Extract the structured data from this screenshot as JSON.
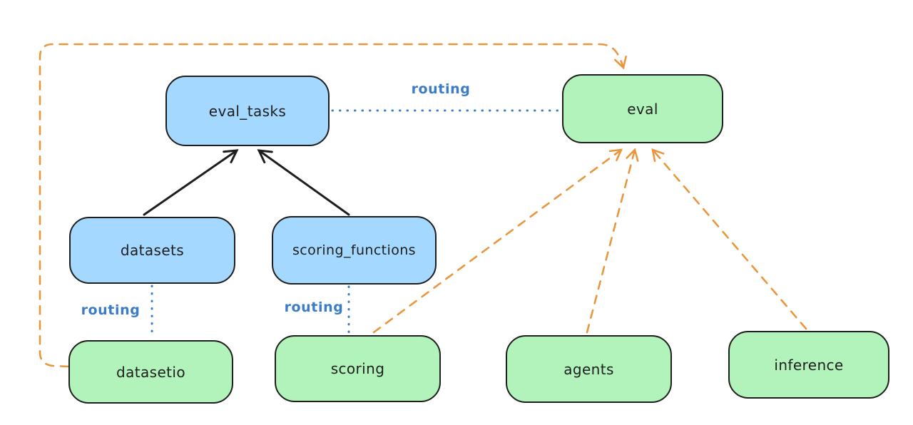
{
  "diagram": {
    "description": "Architecture diagram linking resource registries to APIs via routing",
    "colors": {
      "node_blue_fill": "#a5d8ff",
      "node_green_fill": "#b2f2bb",
      "node_stroke": "#1e1e1e",
      "solid_arrow": "#1e1e1e",
      "dashed_arrow_orange": "#e8973f",
      "routing_blue": "#3b7cc9",
      "background": "#ffffff"
    },
    "nodes": [
      {
        "id": "eval_tasks",
        "label": "eval_tasks",
        "color": "blue"
      },
      {
        "id": "eval",
        "label": "eval",
        "color": "green"
      },
      {
        "id": "datasets",
        "label": "datasets",
        "color": "blue"
      },
      {
        "id": "scoring_functions",
        "label": "scoring_functions",
        "color": "blue"
      },
      {
        "id": "datasetio",
        "label": "datasetio",
        "color": "green"
      },
      {
        "id": "scoring",
        "label": "scoring",
        "color": "green"
      },
      {
        "id": "agents",
        "label": "agents",
        "color": "green"
      },
      {
        "id": "inference",
        "label": "inference",
        "color": "green"
      }
    ],
    "edge_labels": [
      {
        "text": "routing"
      },
      {
        "text": "routing"
      },
      {
        "text": "routing"
      }
    ],
    "edges": [
      {
        "from": "datasets",
        "to": "eval_tasks",
        "style": "solid-black-arrow"
      },
      {
        "from": "scoring_functions",
        "to": "eval_tasks",
        "style": "solid-black-arrow"
      },
      {
        "from": "eval_tasks",
        "to": "eval",
        "style": "dotted-blue",
        "label": "routing"
      },
      {
        "from": "datasets",
        "to": "datasetio",
        "style": "dotted-blue",
        "label": "routing"
      },
      {
        "from": "scoring_functions",
        "to": "scoring",
        "style": "dotted-blue",
        "label": "routing"
      },
      {
        "from": "scoring",
        "to": "eval",
        "style": "dashed-orange-arrow"
      },
      {
        "from": "agents",
        "to": "eval",
        "style": "dashed-orange-arrow"
      },
      {
        "from": "inference",
        "to": "eval",
        "style": "dashed-orange-arrow"
      },
      {
        "from": "datasetio",
        "to": "eval",
        "style": "dashed-orange-arrow-loop"
      }
    ]
  }
}
